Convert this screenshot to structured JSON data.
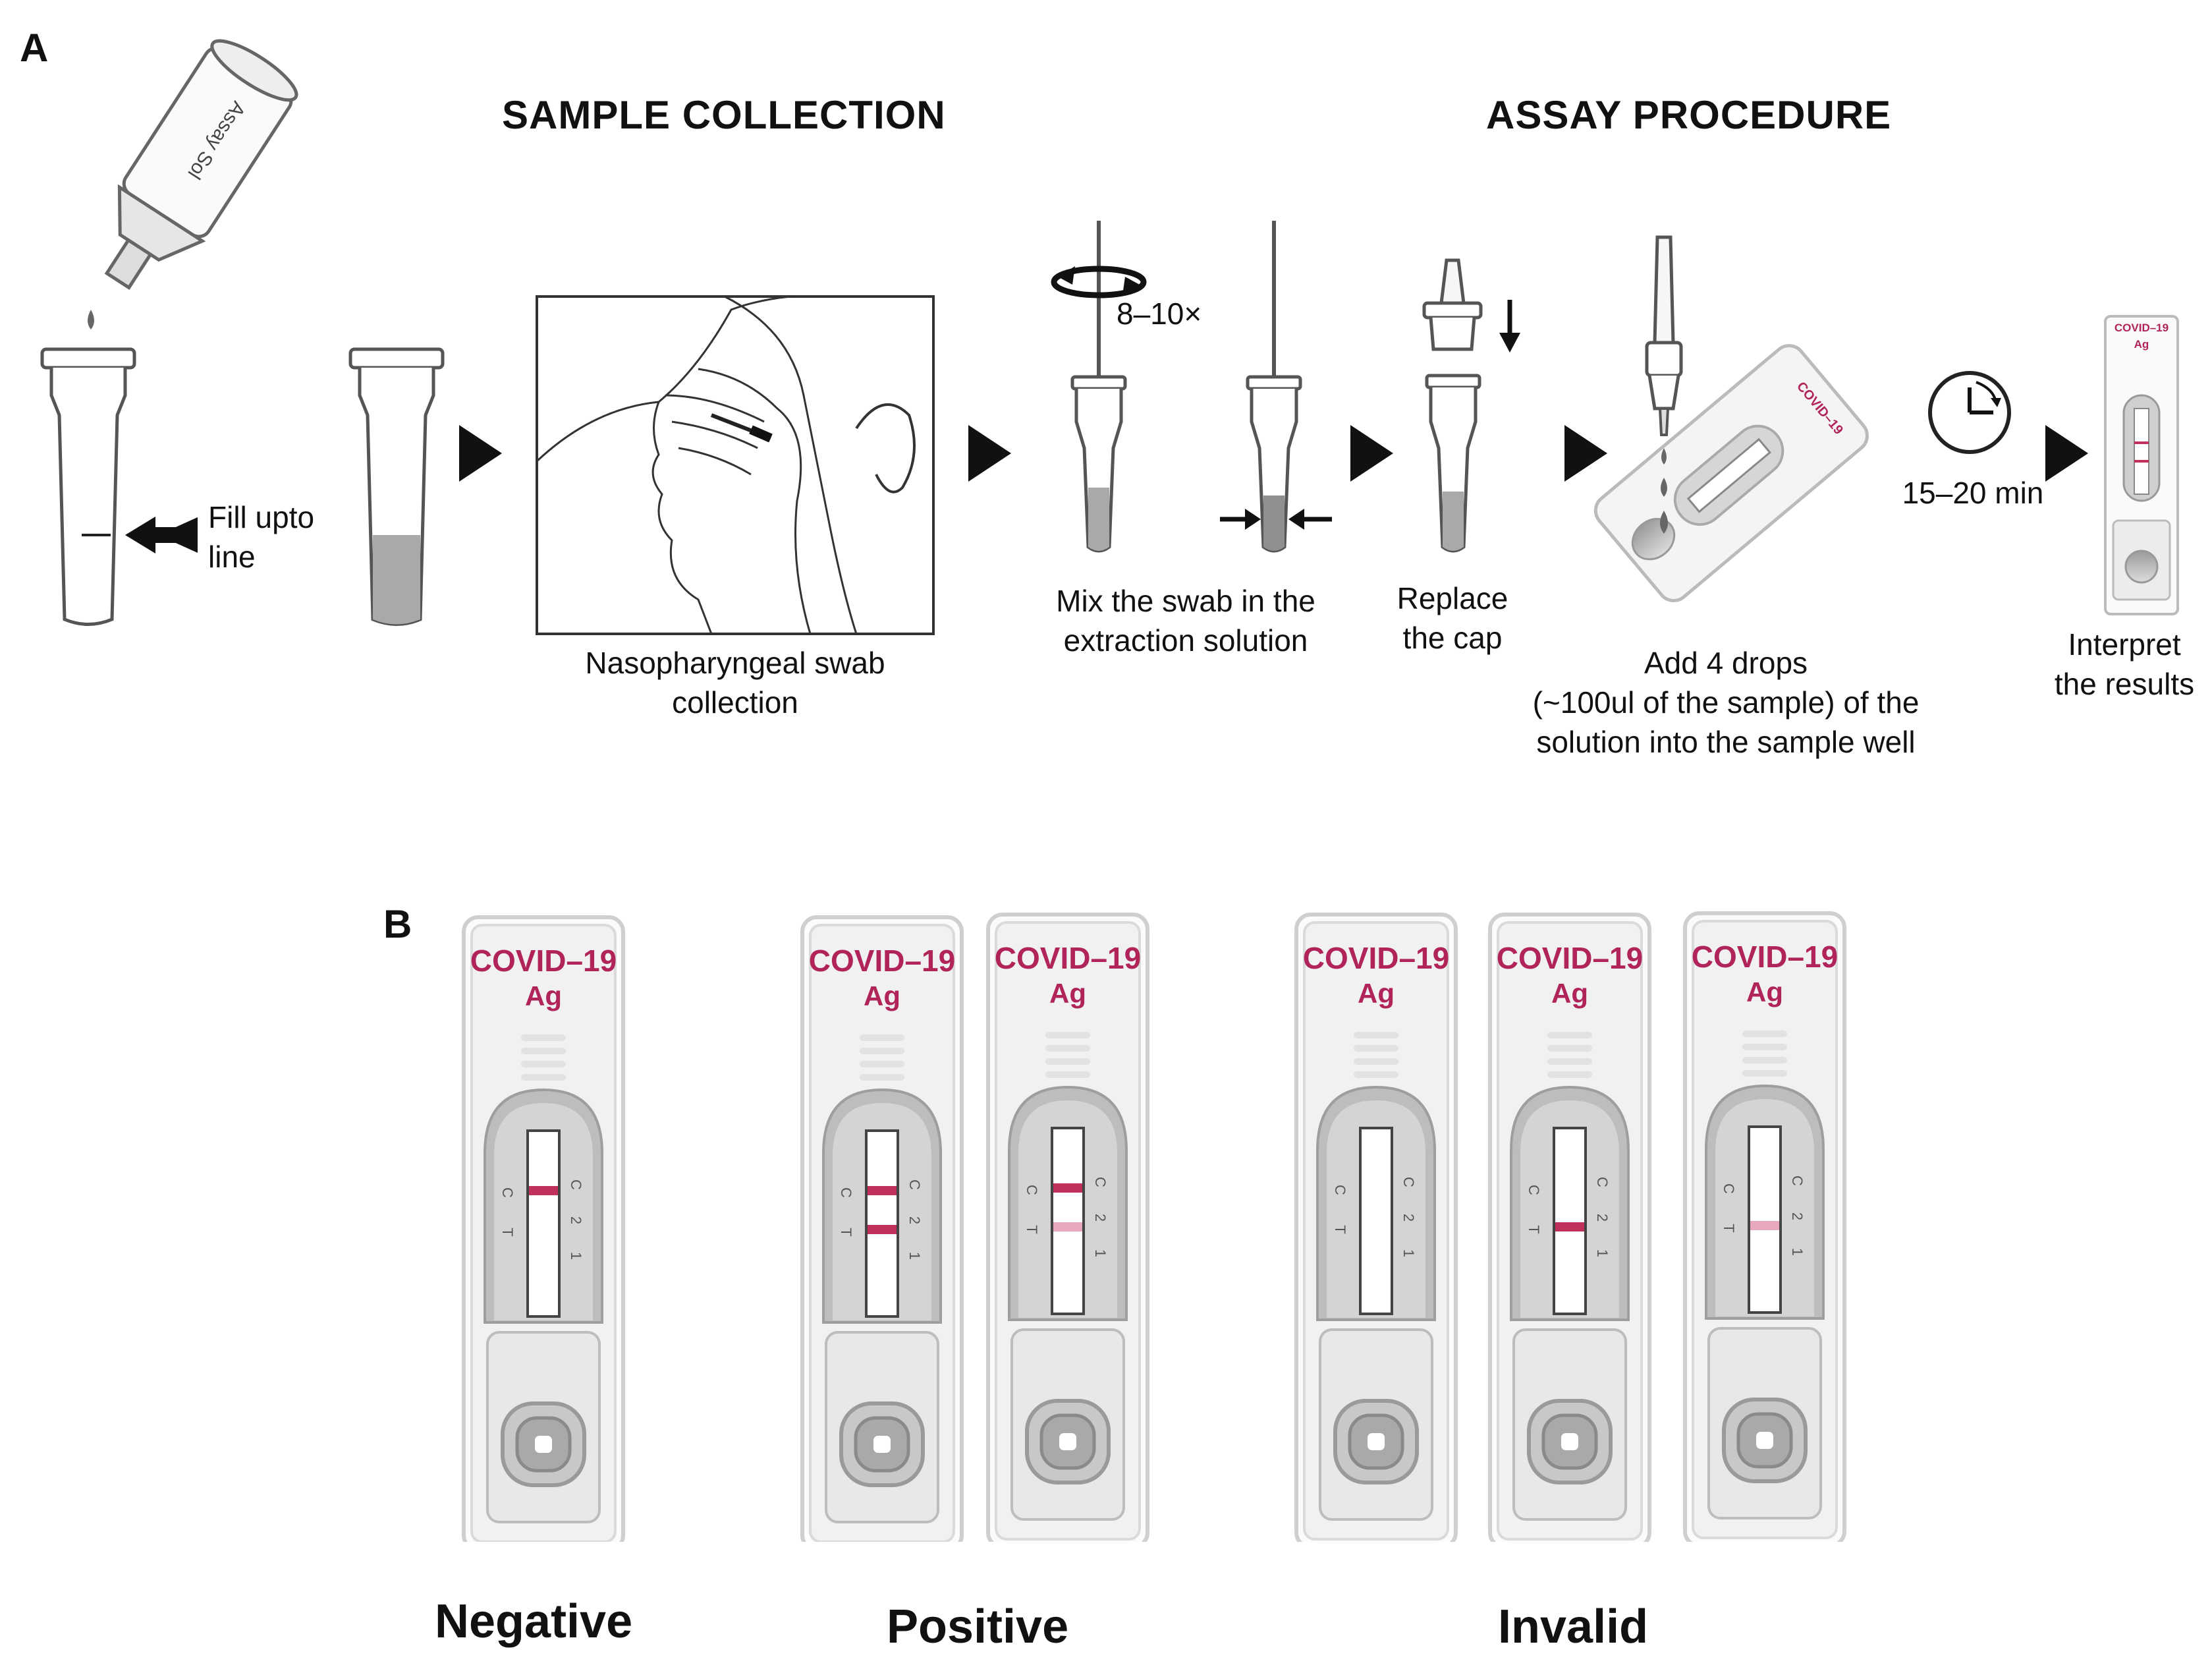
{
  "panel_a": {
    "label": "A",
    "headings": {
      "sample_collection": "SAMPLE COLLECTION",
      "assay_procedure": "ASSAY PROCEDURE"
    },
    "bottle_label": "Assay Sol",
    "fill_label": [
      "Fill upto",
      "line"
    ],
    "rotate_label": "8–10×",
    "swab_caption": [
      "Nasopharyngeal swab",
      "collection"
    ],
    "mix_caption": [
      "Mix the swab in the",
      "extraction solution"
    ],
    "cap_caption": [
      "Replace",
      "the cap"
    ],
    "drops_caption": [
      "Add 4 drops",
      "(~100ul of the sample) of the",
      "solution into the sample well"
    ],
    "timer_label": "15–20 min",
    "interpret_caption": [
      "Interpret",
      "the results"
    ],
    "device_brand": [
      "COVID–19",
      "Ag"
    ]
  },
  "panel_b": {
    "label": "B",
    "brand": [
      "COVID–19",
      "Ag"
    ],
    "strip_marks": {
      "c": "C",
      "t": "T",
      "n2": "2",
      "n1": "1"
    },
    "categories": [
      "Negative",
      "Positive",
      "Invalid"
    ]
  },
  "colors": {
    "brand": "#b0245a",
    "line_strong": "#c0305a",
    "line_faint": "#e8a8bd",
    "liquid": "#a9a9a9",
    "cassette_body": "#f1f1f1"
  }
}
